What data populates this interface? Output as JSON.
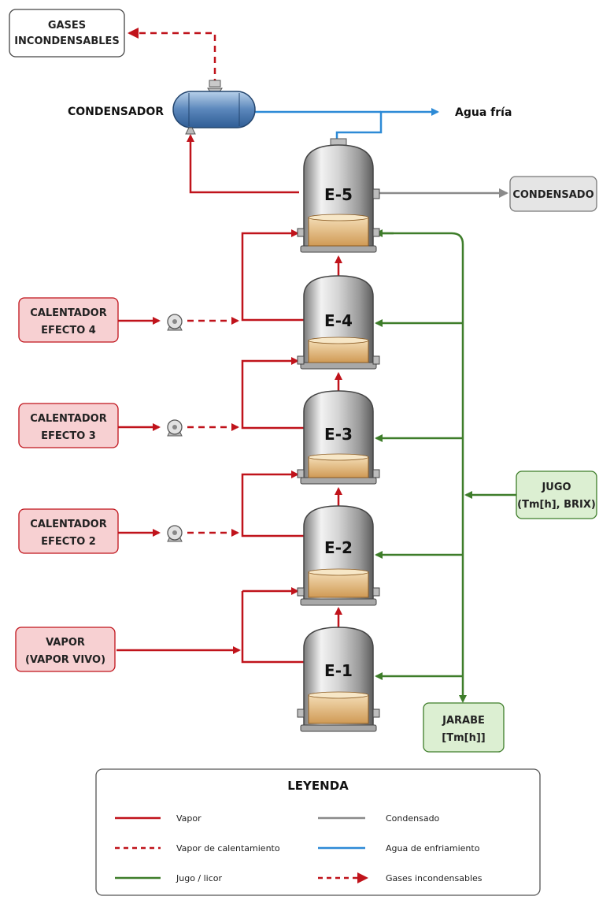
{
  "gases_box": {
    "line1": "GASES",
    "line2": "INCONDENSABLES"
  },
  "condenser_label": "CONDENSADOR",
  "water_label": "Agua fría",
  "condensate_box": "CONDENSADO",
  "heaters": [
    {
      "line1": "CALENTADOR",
      "line2": "EFECTO 4"
    },
    {
      "line1": "CALENTADOR",
      "line2": "EFECTO 3"
    },
    {
      "line1": "CALENTADOR",
      "line2": "EFECTO 2"
    }
  ],
  "vapor_box": {
    "line1": "VAPOR",
    "line2": "(VAPOR VIVO)"
  },
  "juice_box": {
    "line1": "JUGO",
    "line2": "(Tm[h], BRIX)"
  },
  "syrup_box": {
    "line1": "JARABE",
    "line2": "[Tm[h]]"
  },
  "evaporators": [
    "E-5",
    "E-4",
    "E-3",
    "E-2",
    "E-1"
  ],
  "legend": {
    "title": "LEYENDA",
    "items": [
      {
        "label": "Vapor",
        "style": "solid",
        "color": "#c0131b"
      },
      {
        "label": "Condensado",
        "style": "solid",
        "color": "#8a8a8a"
      },
      {
        "label": "Vapor de calentamiento",
        "style": "dashed",
        "color": "#c0131b"
      },
      {
        "label": "Agua de enfriamiento",
        "style": "solid",
        "color": "#2d8ad6"
      },
      {
        "label": "Jugo / licor",
        "style": "solid",
        "color": "#3e7d2a"
      },
      {
        "label": "Gases incondensables",
        "style": "dashed-arrow",
        "color": "#c0131b"
      }
    ]
  },
  "colors": {
    "vapor": "#c0131b",
    "condensate": "#8a8a8a",
    "cooling_water": "#2d8ad6",
    "juice": "#3e7d2a",
    "red_box_fill": "#f7d0d2",
    "green_box_fill": "#dcefd2",
    "gray_box_fill": "#e5e5e5"
  }
}
